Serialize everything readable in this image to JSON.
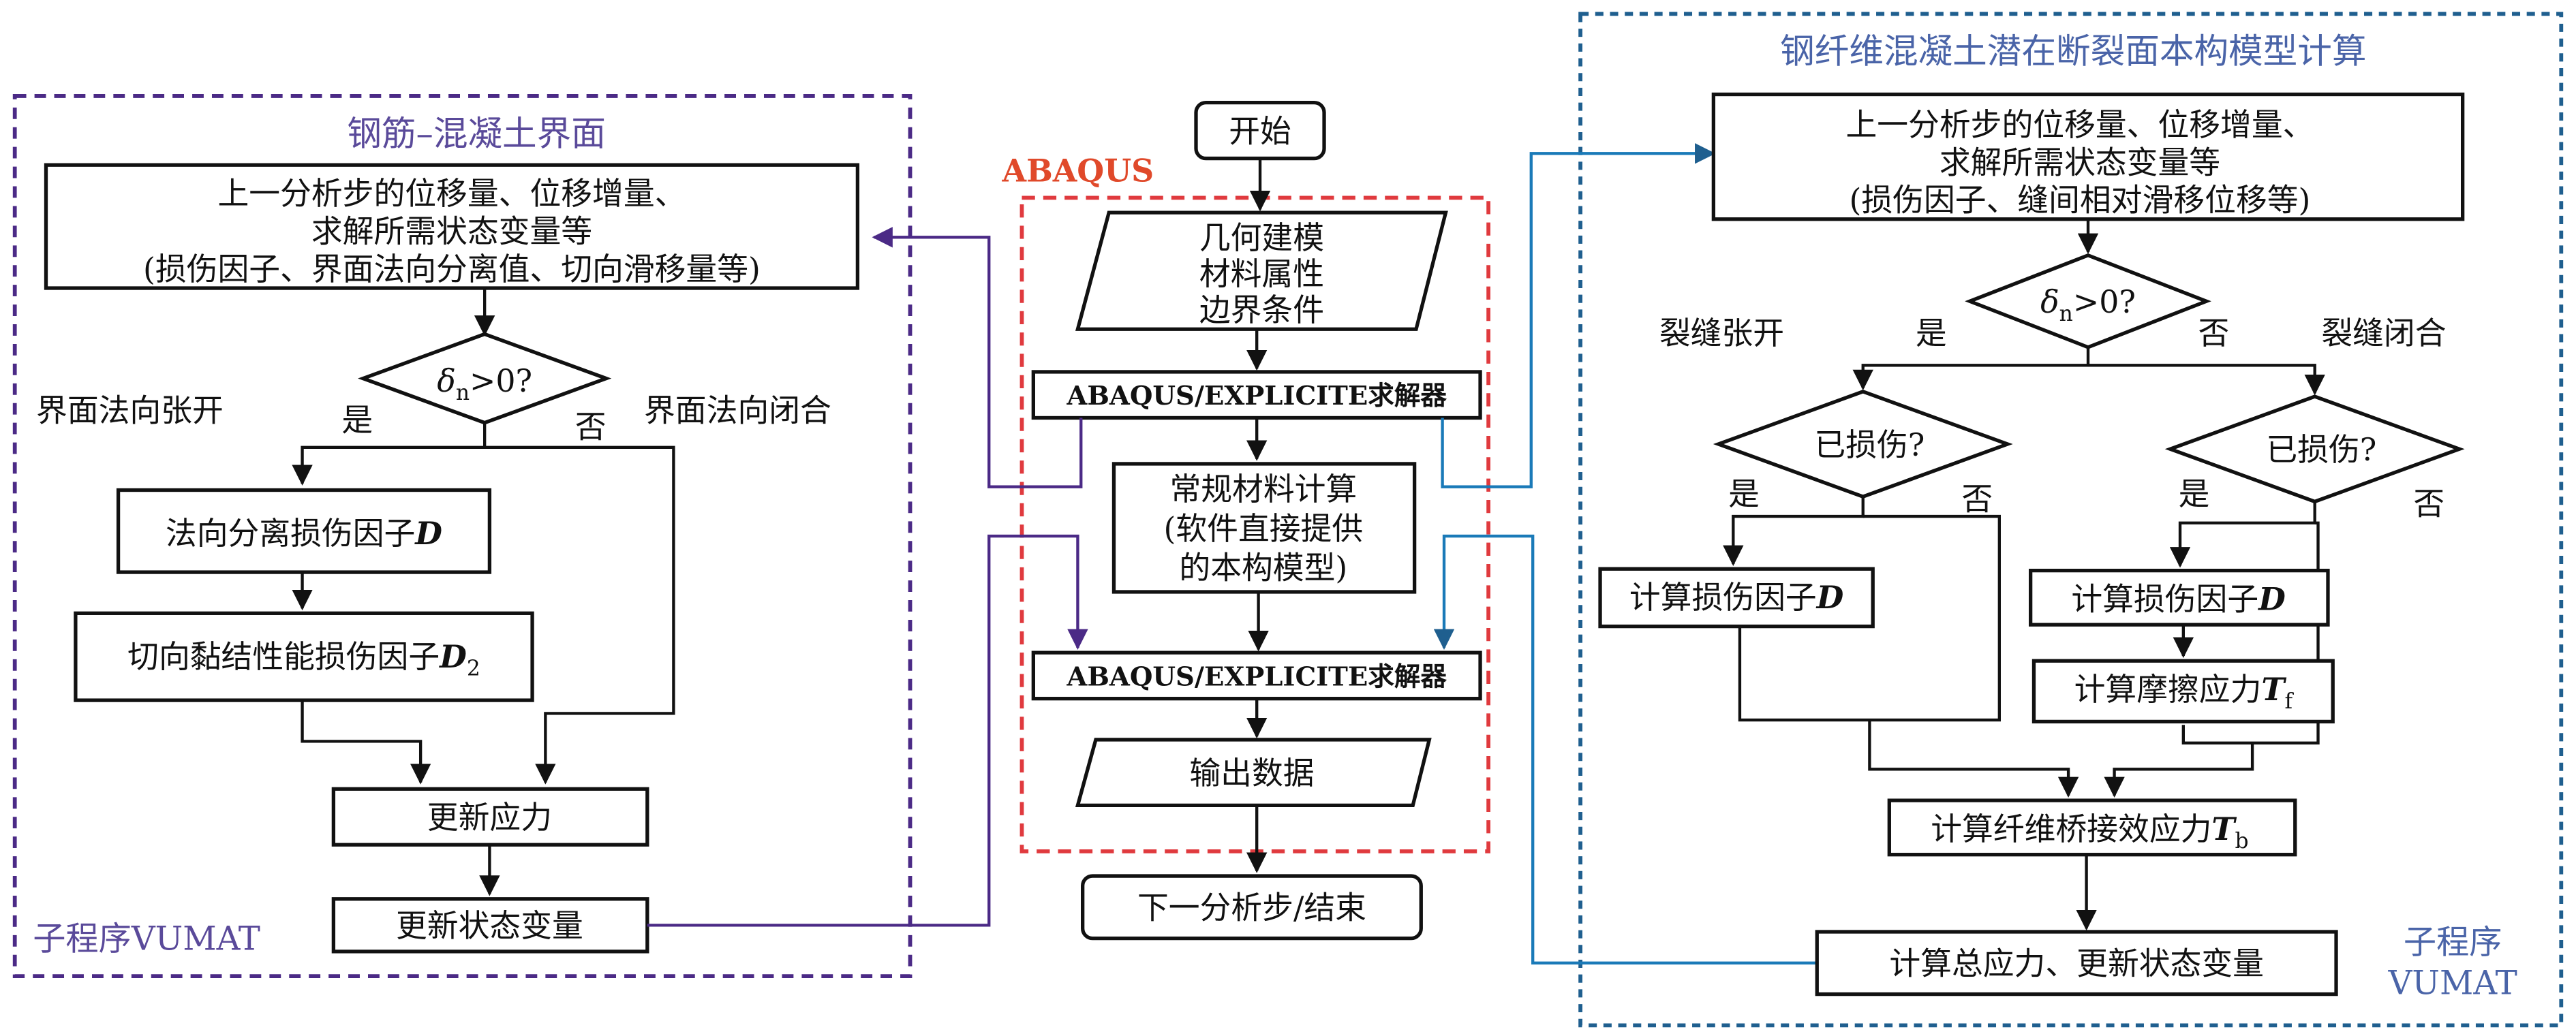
{
  "colors": {
    "left_frame": "#4b2a86",
    "left_title": "#5a4a9a",
    "abaqus_frame": "#e03a3e",
    "abaqus_label": "#e0492a",
    "right_frame": "#1f5f8f",
    "right_title": "#4a64a8",
    "purple_connector": "#4b2a86",
    "blue_connector": "#1a7ab8"
  },
  "left": {
    "title": "钢筋–混凝土界面",
    "footer": "子程序VUMAT",
    "input_box": [
      "上一分析步的位移量、位移增量、",
      "求解所需状态变量等",
      "(损伤因子、界面法向分离值、切向滑移量等)"
    ],
    "decision": {
      "main": "δ",
      "sub": "n",
      "rest": ">0?"
    },
    "open_label": "界面法向张开",
    "close_label": "界面法向闭合",
    "yes": "是",
    "no": "否",
    "normal_damage": {
      "text": "法向分离损伤因子",
      "var": "D",
      "sub": ""
    },
    "tangent_damage": {
      "text": "切向黏结性能损伤因子",
      "var": "D",
      "sub": "2"
    },
    "update_stress": "更新应力",
    "update_state": "更新状态变量"
  },
  "center": {
    "abaqus_label": "ABAQUS",
    "start": "开始",
    "input_lines": [
      "几何建模",
      "材料属性",
      "边界条件"
    ],
    "solver1": "ABAQUS/EXPLICITE求解器",
    "conventional": [
      "常规材料计算",
      "(软件直接提供",
      "的本构模型)"
    ],
    "solver2": "ABAQUS/EXPLICITE求解器",
    "output": "输出数据",
    "end": "下一分析步/结束"
  },
  "right": {
    "title": "钢纤维混凝土潜在断裂面本构模型计算",
    "footer": [
      "子程序",
      "VUMAT"
    ],
    "input_box": [
      "上一分析步的位移量、位移增量、",
      "求解所需状态变量等",
      "(损伤因子、缝间相对滑移位移等)"
    ],
    "decision": {
      "main": "δ",
      "sub": "n",
      "rest": ">0?"
    },
    "open_label": "裂缝张开",
    "close_label": "裂缝闭合",
    "yes": "是",
    "no": "否",
    "damaged_left": "已损伤?",
    "damaged_right": "已损伤?",
    "yes_left": "是",
    "no_left": "否",
    "yes_right": "是",
    "no_right": "否",
    "calc_damage_left": {
      "text": "计算损伤因子",
      "var": "D"
    },
    "calc_damage_right": {
      "text": "计算损伤因子",
      "var": "D"
    },
    "friction": {
      "text": "计算摩擦应力",
      "var": "T",
      "sub": "f"
    },
    "bridging": {
      "text": "计算纤维桥接效应力",
      "var": "T",
      "sub": "b"
    },
    "total": "计算总应力、更新状态变量"
  }
}
